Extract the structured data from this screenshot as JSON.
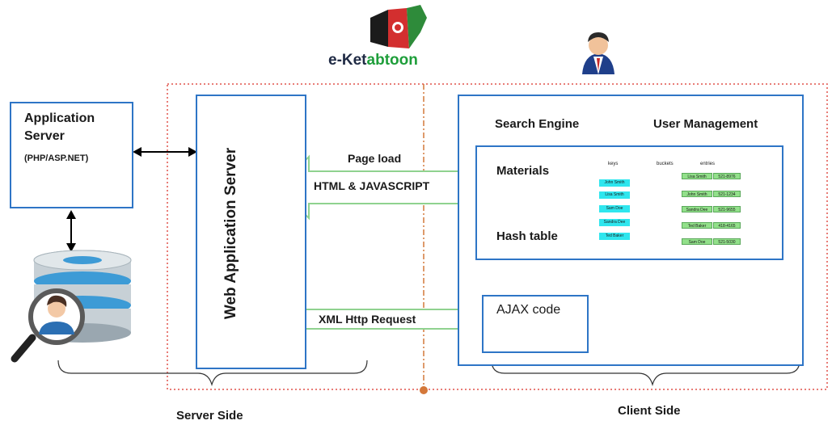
{
  "logo": {
    "text_prefix": "e-Ket",
    "text_highlight": "abtoon",
    "text_color": "#1f2a44",
    "highlight_color": "#1e9e3a"
  },
  "app_server": {
    "title": "Application Server",
    "subtitle": "(PHP/ASP.NET)"
  },
  "web_app_server": {
    "label": "Web Application Server"
  },
  "arrows": {
    "page_load": "Page load",
    "html_js": "HTML & JAVASCRIPT",
    "xml_http": "XML Http Request"
  },
  "client": {
    "search_engine": "Search Engine",
    "user_management": "User Management",
    "materials": "Materials",
    "hash_table": "Hash table",
    "ajax": "AJAX code"
  },
  "hash_diagram": {
    "headers": [
      "keys",
      "buckets",
      "entries"
    ],
    "keys": [
      "John Smith",
      "Lisa Smith",
      "Sam Doe",
      "Sandra Dee",
      "Ted Baker"
    ],
    "entries": [
      {
        "name": "Lisa Smith",
        "phone": "521-8976"
      },
      {
        "name": "John Smith",
        "phone": "521-1234"
      },
      {
        "name": "Sandra Dee",
        "phone": "521-9655"
      },
      {
        "name": "Ted Baker",
        "phone": "418-4165"
      },
      {
        "name": "Sam Doe",
        "phone": "521-5030"
      }
    ]
  },
  "sides": {
    "server": "Server Side",
    "client": "Client Side"
  },
  "colors": {
    "box_border": "#2e75c6",
    "arrow_fill": "#ffffff",
    "arrow_stroke": "#8fd28f",
    "dotted_red": "#e0524a",
    "key_cyan": "#2fe6ee",
    "entry_green": "#92e08a"
  }
}
